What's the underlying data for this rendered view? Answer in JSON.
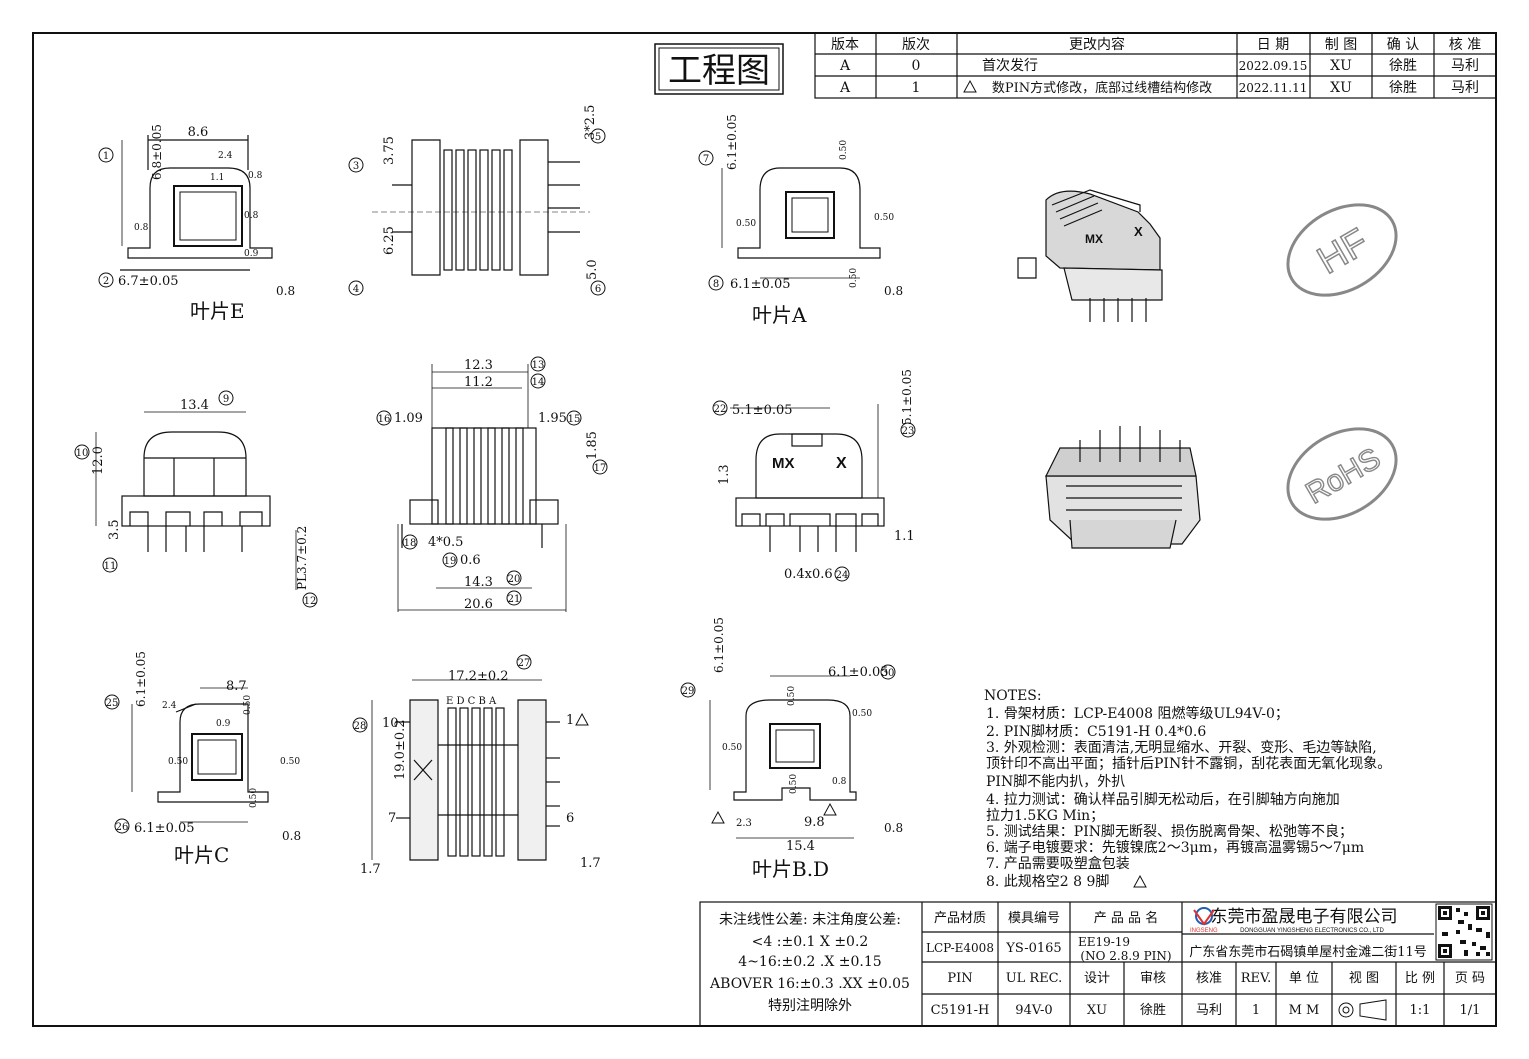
{
  "title": "工程图",
  "revision_table": {
    "headers": [
      "版本",
      "版次",
      "更改内容",
      "日 期",
      "制 图",
      "确 认",
      "核 准"
    ],
    "rows": [
      [
        "A",
        "0",
        "首次发行",
        "2022.09.15",
        "XU",
        "徐胜",
        "马利"
      ],
      [
        "A",
        "1",
        "数PIN方式修改，底部过线槽结构修改",
        "2022.11.11",
        "XU",
        "徐胜",
        "马利"
      ]
    ]
  },
  "views": {
    "e": {
      "caption": "叶片E",
      "w": "8.6",
      "h1": "6.8±0.05",
      "bw": "6.7±0.05",
      "s1": "2.4",
      "s2": "1.1",
      "s3": "0.8",
      "s4": "0.8",
      "s5": "0.8",
      "s6": "0.9",
      "base": "0.8",
      "n1": "1",
      "n2": "2"
    },
    "side": {
      "a": "3.75",
      "b": "6.25",
      "c": "3*2.5",
      "d": "5.0",
      "n3": "3",
      "n4": "4",
      "n5": "5",
      "n6": "6"
    },
    "a": {
      "caption": "叶片A",
      "h": "6.1±0.05",
      "t1": "0.50",
      "l": "0.50",
      "r": "0.50",
      "b1": "0.50",
      "bw": "6.1±0.05",
      "base": "0.8",
      "n7": "7",
      "n8": "8"
    },
    "front": {
      "w": "13.4",
      "h": "12.0",
      "p": "3.5",
      "pl": "PL3.7±0.2",
      "n9": "9",
      "n10": "10",
      "n11": "11",
      "n12": "12"
    },
    "mid": {
      "w1": "12.3",
      "w2": "11.2",
      "l1": "1.09",
      "r1": "1.95",
      "h1": "1.85",
      "pp": "4*0.5",
      "p6": "0.6",
      "w3": "14.3",
      "w4": "20.6",
      "n13": "13",
      "n14": "14",
      "n15": "15",
      "n16": "16",
      "n17": "17",
      "n18": "18",
      "n19": "19",
      "n20": "20",
      "n21": "21"
    },
    "top": {
      "w": "5.1±0.05",
      "h": "5.1±0.05",
      "l": "1.3",
      "r": "1.1",
      "p": "0.4x0.6",
      "mx": "MX",
      "x": "X",
      "n22": "22",
      "n23": "23",
      "n24": "24"
    },
    "c": {
      "caption": "叶片C",
      "w": "8.7",
      "h": "6.1±0.05",
      "s1": "2.4",
      "s2": "0.9",
      "t1": "0.50",
      "l": "0.50",
      "r": "0.50",
      "b1": "0.50",
      "bw": "6.1±0.05",
      "base": "0.8",
      "n25": "25",
      "n26": "26"
    },
    "bottom": {
      "w": "17.2±0.2",
      "h": "19.0±0.2",
      "l": "1.7",
      "r": "1.7",
      "letters": "E D C B A",
      "p10": "10",
      "p1": "1",
      "p7": "7",
      "p6": "6",
      "n27": "27",
      "n28": "28"
    },
    "bd": {
      "caption": "叶片B.D",
      "w": "6.1±0.05",
      "h": "6.1±0.05",
      "t1": "0.50",
      "l": "0.50",
      "r": "0.50",
      "b1": "0.50",
      "b2": "0.8",
      "s": "2.3",
      "m": "9.8",
      "bw": "15.4",
      "base": "0.8",
      "n29": "29",
      "n30": "30"
    }
  },
  "badges": {
    "hf": "HF",
    "rohs": "RoHS",
    "mx": "MX",
    "x": "X"
  },
  "notes": {
    "title": "NOTES:",
    "items": [
      "1.  骨架材质：LCP-E4008 阻燃等级UL94V-0；",
      "2.  PIN脚材质：C5191-H 0.4*0.6",
      "3.  外观检测：表面清洁,无明显缩水、开裂、变形、毛边等缺陷,",
      "     顶针印不高出平面；插针后PIN针不露铜，刮花表面无氧化现象。",
      "     PIN脚不能内扒，外扒",
      "4.  拉力测试：确认样品引脚无松动后，在引脚轴方向施加",
      "     拉力1.5KG Min；",
      "5.  测试结果：PIN脚无断裂、损伤脱离骨架、松弛等不良；",
      "6.  端子电镀要求：先镀镍底2～3μm，再镀高温雾锡5～7μm",
      "7.  产品需要吸塑盒包装",
      "8.  此规格空2 8 9脚"
    ]
  },
  "tolerance": {
    "line1": "未注线性公差:  未注角度公差:",
    "line2": "<4 :±0.1  X ±0.2",
    "line3": "4~16:±0.2  .X ±0.15",
    "line4": "ABOVER 16:±0.3  .XX ±0.05",
    "line5": "特别注明除外"
  },
  "title_block": {
    "h_material": "产品材质",
    "h_mold": "模具编号",
    "h_name": "产 品 品 名",
    "material": "LCP-E4008",
    "mold": "YS-0165",
    "name1": "EE19-19",
    "name2": "(NO 2.8.9 PIN)",
    "company": "东莞市盈晟电子有限公司",
    "company_en": "DONGGUAN YINGSHENG ELECTRONICS CO., LTD",
    "address": "广东省东莞市石碣镇单屋村金滩二街11号",
    "h_pin": "PIN",
    "h_ul": "UL REC.",
    "h_design": "设计",
    "h_check": "审核",
    "h_approve": "核准",
    "h_rev": "REV.",
    "h_unit": "单 位",
    "h_view": "视 图",
    "h_scale": "比 例",
    "h_page": "页 码",
    "pin": "C5191-H",
    "ul": "94V-0",
    "design": "XU",
    "check": "徐胜",
    "approve": "马利",
    "rev": "1",
    "unit": "M M",
    "scale": "1:1",
    "page": "1/1"
  },
  "logo_text": "INGSENG"
}
